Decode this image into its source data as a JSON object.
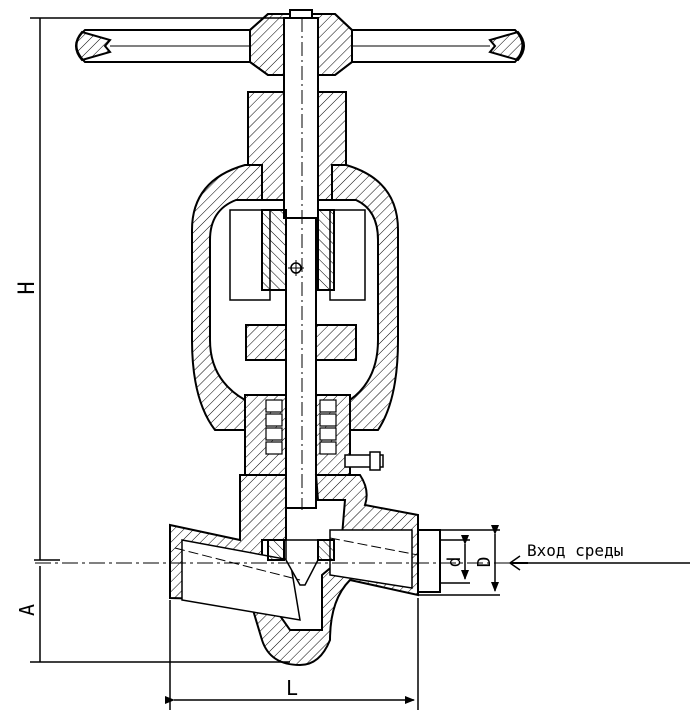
{
  "drawing": {
    "inlet_label": "Вход среды",
    "dim_H": "H",
    "dim_A": "A",
    "dim_L": "L",
    "dim_d": "d",
    "dim_D": "D"
  },
  "colors": {
    "line": "#000000",
    "background": "#ffffff"
  }
}
